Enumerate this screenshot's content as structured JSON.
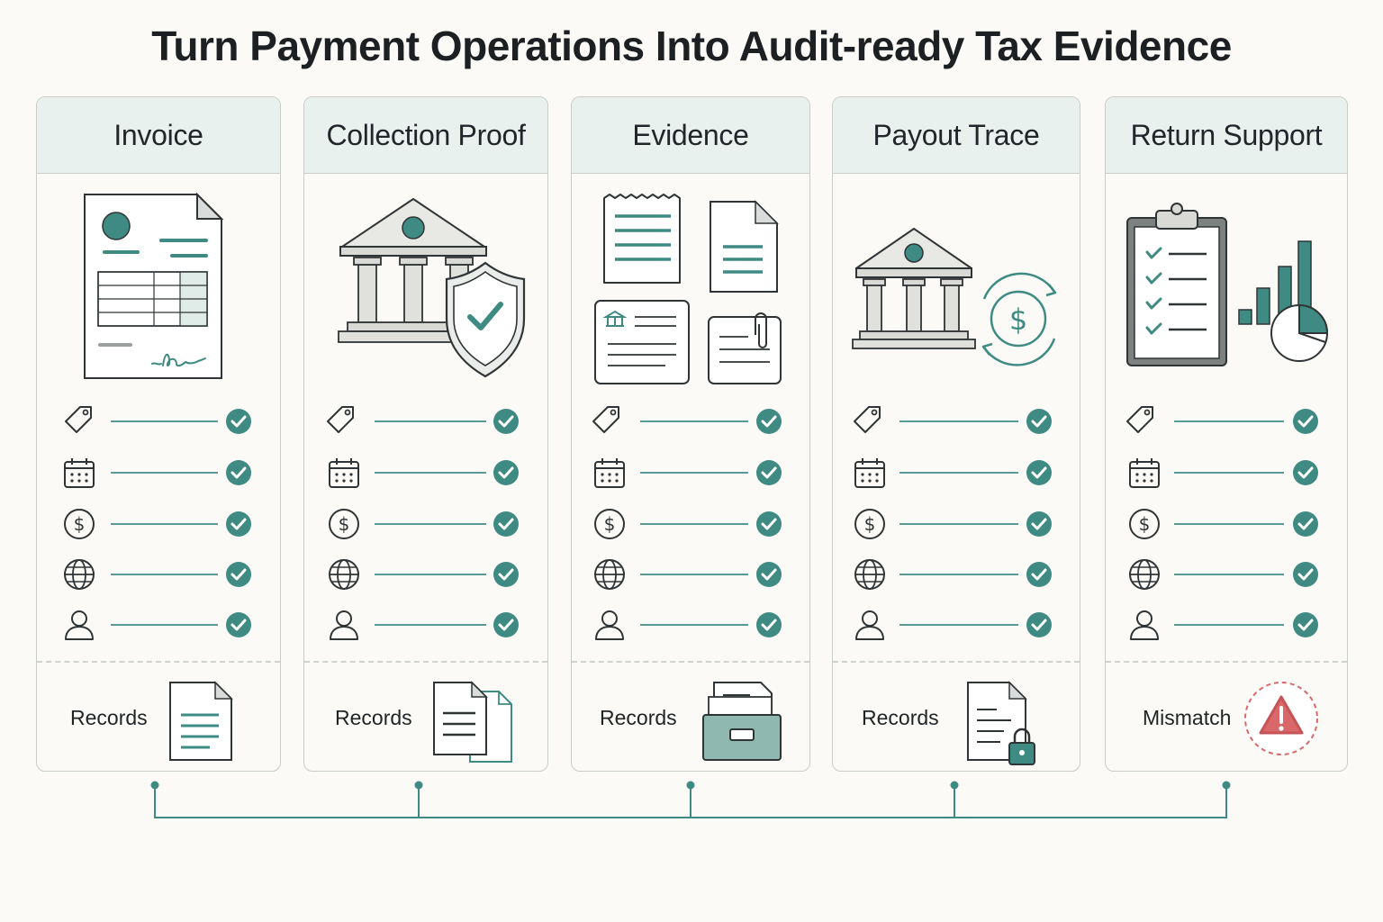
{
  "title": "Turn Payment Operations Into Audit-ready Tax Evidence",
  "colors": {
    "accent": "#3f8b84",
    "accent_dark": "#2f6e68",
    "header_bg": "#e9f1ee",
    "line": "#5a9a94",
    "warning": "#d9686a"
  },
  "row_icons": [
    "tag-icon",
    "calendar-icon",
    "dollar-icon",
    "globe-icon",
    "user-icon"
  ],
  "cards": [
    {
      "title": "Invoice",
      "illustration": "invoice-document-icon",
      "footer_label": "Records",
      "footer_icon": "document-icon"
    },
    {
      "title": "Collection Proof",
      "illustration": "bank-shield-icon",
      "footer_label": "Records",
      "footer_icon": "documents-stack-icon"
    },
    {
      "title": "Evidence",
      "illustration": "evidence-documents-icon",
      "footer_label": "Records",
      "footer_icon": "file-cabinet-icon"
    },
    {
      "title": "Payout Trace",
      "illustration": "bank-payout-icon",
      "footer_label": "Records",
      "footer_icon": "locked-document-icon"
    },
    {
      "title": "Return Support",
      "illustration": "clipboard-chart-icon",
      "footer_label": "Mismatch",
      "footer_icon": "warning-icon"
    }
  ]
}
